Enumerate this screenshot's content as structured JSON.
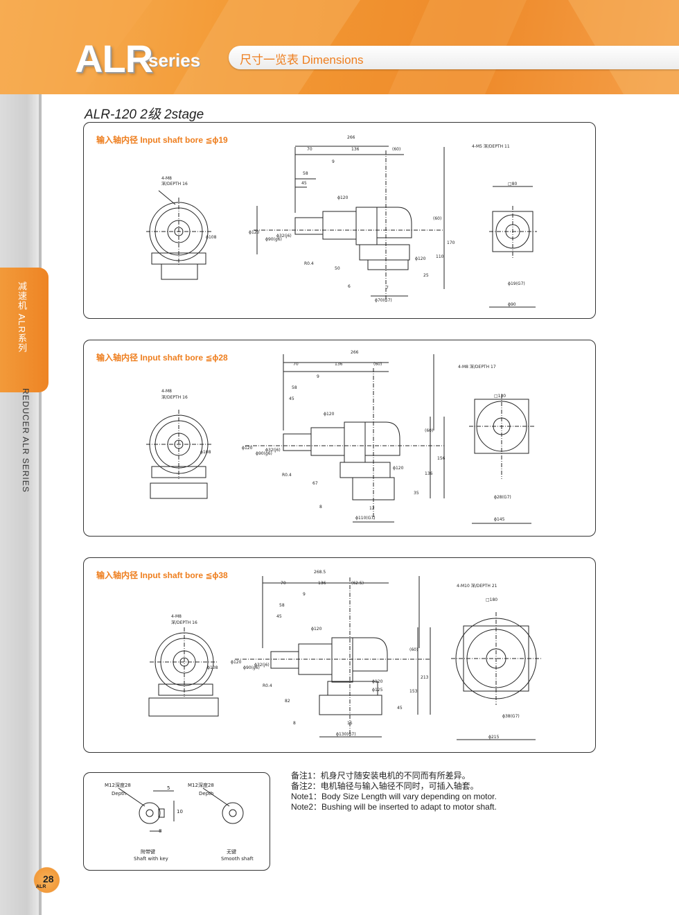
{
  "header": {
    "logo": "ALR",
    "logo_sub": "series",
    "title": "尺寸一览表 Dimensions"
  },
  "side": {
    "tab_text": "减速机 ALR系列",
    "series_text": "REDUCER ALR SERIES"
  },
  "section_title": "ALR-120  2级 2stage",
  "panels": [
    {
      "label": "输入轴内径  Input shaft bore  ≦ϕ19",
      "left_note1": "4-M8",
      "left_note2": "深/DEPTH  16",
      "left_dia": "ϕ108",
      "dims_top": [
        "266",
        "70",
        "136",
        "(60)",
        "9",
        "58",
        "45"
      ],
      "dims_mid": [
        "ϕ120",
        "ϕ90(g6)",
        "ϕ32(j6)",
        "ϕ120",
        "(60)",
        "170",
        "110",
        "ϕ120",
        "R0.4",
        "50",
        "25",
        "6",
        "7"
      ],
      "dims_bot": [
        "ϕ70(G7)"
      ],
      "right_note": "4-M5  深/DEPTH  11",
      "right_sq": "□80",
      "right_bore": "ϕ19(G7)",
      "right_outer": "ϕ90"
    },
    {
      "label": "输入轴内径  Input shaft bore  ≦ϕ28",
      "left_note1": "4-M8",
      "left_note2": "深/DEPTH  16",
      "left_dia": "ϕ108",
      "dims_top": [
        "266",
        "70",
        "136",
        "(60)",
        "9",
        "58",
        "45"
      ],
      "dims_mid": [
        "ϕ120",
        "ϕ90(g6)",
        "ϕ32(j6)",
        "ϕ120",
        "(60)",
        "156",
        "136",
        "ϕ120",
        "R0.4",
        "67",
        "35",
        "8",
        "12"
      ],
      "dims_bot": [
        "ϕ110(G7)"
      ],
      "right_note": "4-M8  深/DEPTH  17",
      "right_sq": "□130",
      "right_bore": "ϕ28(G7)",
      "right_outer": "ϕ145"
    },
    {
      "label": "输入轴内径  Input shaft bore  ≦ϕ38",
      "left_note1": "4-M8",
      "left_note2": "深/DEPTH  16",
      "left_dia": "ϕ108",
      "dims_top": [
        "268.5",
        "70",
        "136",
        "(62.5)",
        "9",
        "58",
        "45"
      ],
      "dims_mid": [
        "ϕ120",
        "ϕ90(g6)",
        "ϕ32(j6)",
        "ϕ120",
        "(60)",
        "213",
        "153",
        "ϕ120",
        "ϕ125",
        "R0.4",
        "82",
        "45",
        "8",
        "15"
      ],
      "dims_bot": [
        "ϕ130(G7)"
      ],
      "right_note": "4-M10  深/DEPTH  21",
      "right_sq": "□180",
      "right_bore": "ϕ38(G7)",
      "right_outer": "ϕ215"
    }
  ],
  "shaft_box": {
    "key_note1": "M12深度28",
    "key_note2": "Depth",
    "key_dim1": "5",
    "key_dim2": "10",
    "key_dim3": "8",
    "key_cn": "附带键",
    "key_en": "Shaft with key",
    "smooth_note1": "M12深度28",
    "smooth_note2": "Depth",
    "smooth_cn": "无键",
    "smooth_en": "Smooth shaft"
  },
  "notes": [
    "备注1：机身尺寸随安装电机的不同而有所差异。",
    "备注2：电机轴径与输入轴径不同时，可插入轴套。",
    "Note1：Body Size Length will vary depending on motor.",
    "Note2：Bushing will be inserted to adapt to motor shaft."
  ],
  "page": {
    "number": "28",
    "sub": "ALR"
  },
  "colors": {
    "accent": "#ee7e1e",
    "header": "#f39a35"
  }
}
